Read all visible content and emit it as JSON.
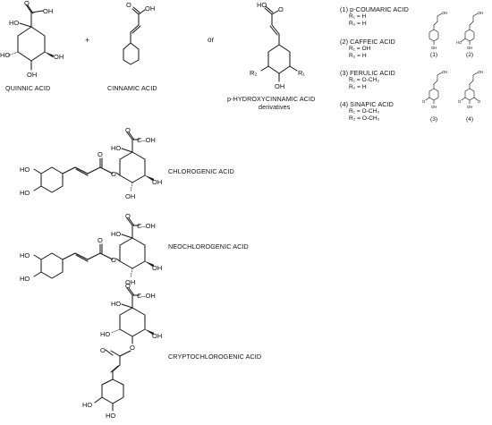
{
  "top": {
    "quinnic_label": "QUINNIC ACID",
    "plus_sign": "+",
    "cinnamic_label": "CINNAMIC ACID",
    "or_word": "or",
    "hydroxy_label_1": "p-HYDROXYCINNAMIC ACID",
    "hydroxy_label_2": "derivatives"
  },
  "derivatives": [
    {
      "title": "(1) p-COUMARIC ACID",
      "r1": "R₁ = H",
      "r2": "R₂ = H",
      "tag": "(1)"
    },
    {
      "title": "(2) CAFFEIC ACID",
      "r1": "R₁ = OH",
      "r2": "R₂ = H",
      "tag": "(2)"
    },
    {
      "title": "(3) FERULIC ACID",
      "r1": "R₁ = O-CH₃",
      "r2": "R₂ = H",
      "tag": "(3)"
    },
    {
      "title": "(4) SINAPIC ACID",
      "r1": "R₁ = O-CH₃",
      "r2": "R₂ = O-CH₃",
      "tag": "(4)"
    }
  ],
  "products": {
    "chlorogenic": "CHLOROGENIC ACID",
    "neochlorogenic": "NEOCHLOROGENIC ACID",
    "cryptochlorogenic": "CRYPTOCHLOROGENIC ACID"
  },
  "atoms": {
    "oh": "OH",
    "ho": "HO",
    "o": "O",
    "cooh": "C–OH",
    "r1": "R₁",
    "r2": "R₂"
  }
}
